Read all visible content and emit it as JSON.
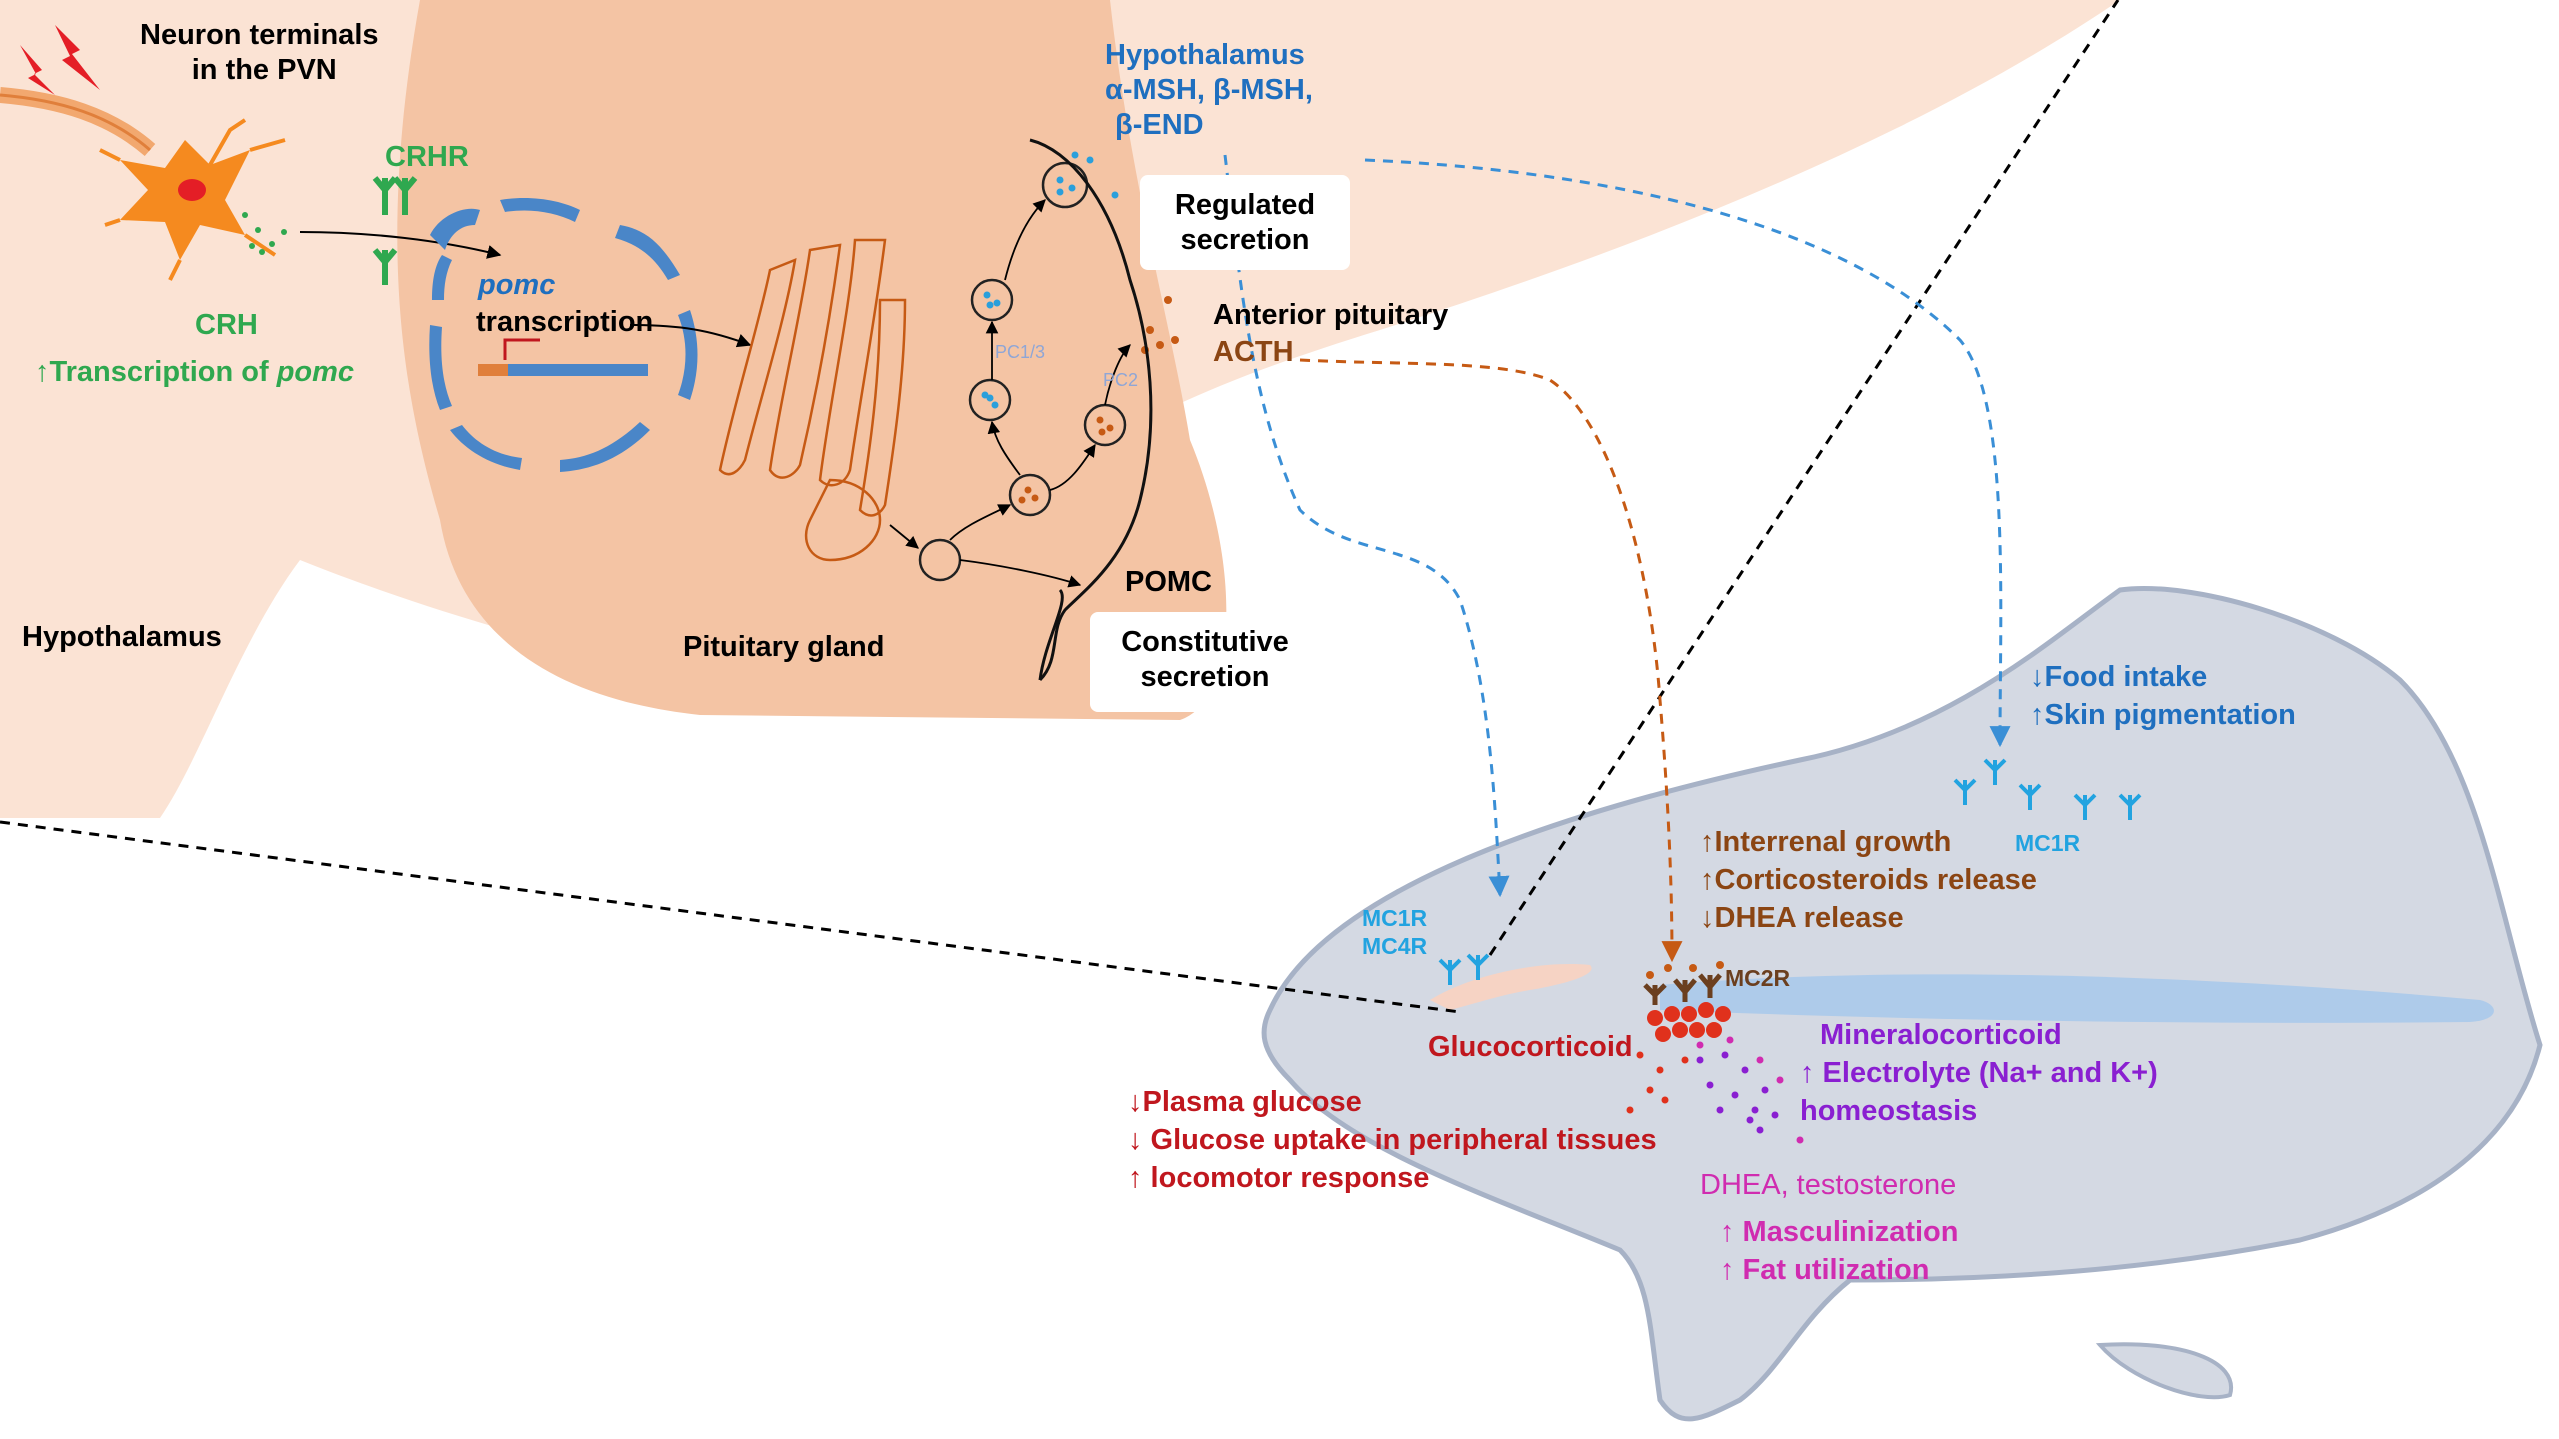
{
  "colors": {
    "hypothalamus_bg": "#FBE3D4",
    "pituitary_bg": "#F4C4A4",
    "fish_body": "#D4D9E3",
    "fish_outline": "#A7B2C6",
    "green": "#2FA84F",
    "blue": "#1F6FBF",
    "light_blue": "#22A3E0",
    "brown": "#8B4513",
    "orange_brown": "#C65A14",
    "dark_red": "#C0171E",
    "purple": "#8A1FD1",
    "magenta": "#D02CB0",
    "nucleus_blue": "#4A86C8",
    "neuron_orange": "#F58A1F"
  },
  "hypothalamus_panel": {
    "neuron_label_line1": "Neuron terminals",
    "neuron_label_line2": "in the PVN",
    "crhr_label": "CRHR",
    "crh_label": "CRH",
    "transcription_prefix": "↑Transcription of ",
    "transcription_gene": "pomc",
    "region_label": "Hypothalamus"
  },
  "pituitary_panel": {
    "nucleus_gene": "pomc",
    "nucleus_text": "transcription",
    "pc13_label": "PC1/3",
    "pc2_label": "PC2",
    "pomc_label": "POMC",
    "region_label": "Pituitary gland",
    "regulated_line1": "Regulated",
    "regulated_line2": "secretion",
    "constitutive_line1": "Constitutive",
    "constitutive_line2": "secretion",
    "hyp_peptides_line1": "Hypothalamus",
    "hyp_peptides_line2": "α-MSH, β-MSH,",
    "hyp_peptides_line3": "β-END",
    "anterior_label": "Anterior pituitary",
    "acth_label": "ACTH"
  },
  "fish_panel": {
    "mc1r_mc4r_line1": "MC1R",
    "mc1r_mc4r_line2": "MC4R",
    "mc1r_right": "MC1R",
    "mc2r": "MC2R",
    "food_intake": "↓Food intake",
    "skin_pigmentation": "↑Skin pigmentation",
    "interrenal_growth": "↑Interrenal growth",
    "corticosteroids_release": "↑Corticosteroids release",
    "dhea_release": "↓DHEA release",
    "glucocorticoid": "Glucocorticoid",
    "plasma_glucose": "↓Plasma glucose",
    "glucose_uptake": "↓ Glucose uptake in peripheral tissues",
    "locomotor_response": "↑ locomotor response",
    "mineralocorticoid": "Mineralocorticoid",
    "electrolyte": "↑ Electrolyte (Na+ and K+)",
    "homeostasis": "homeostasis",
    "dhea_testosterone": "DHEA, testosterone",
    "masculinization": "↑ Masculinization",
    "fat_utilization": "↑ Fat utilization"
  }
}
